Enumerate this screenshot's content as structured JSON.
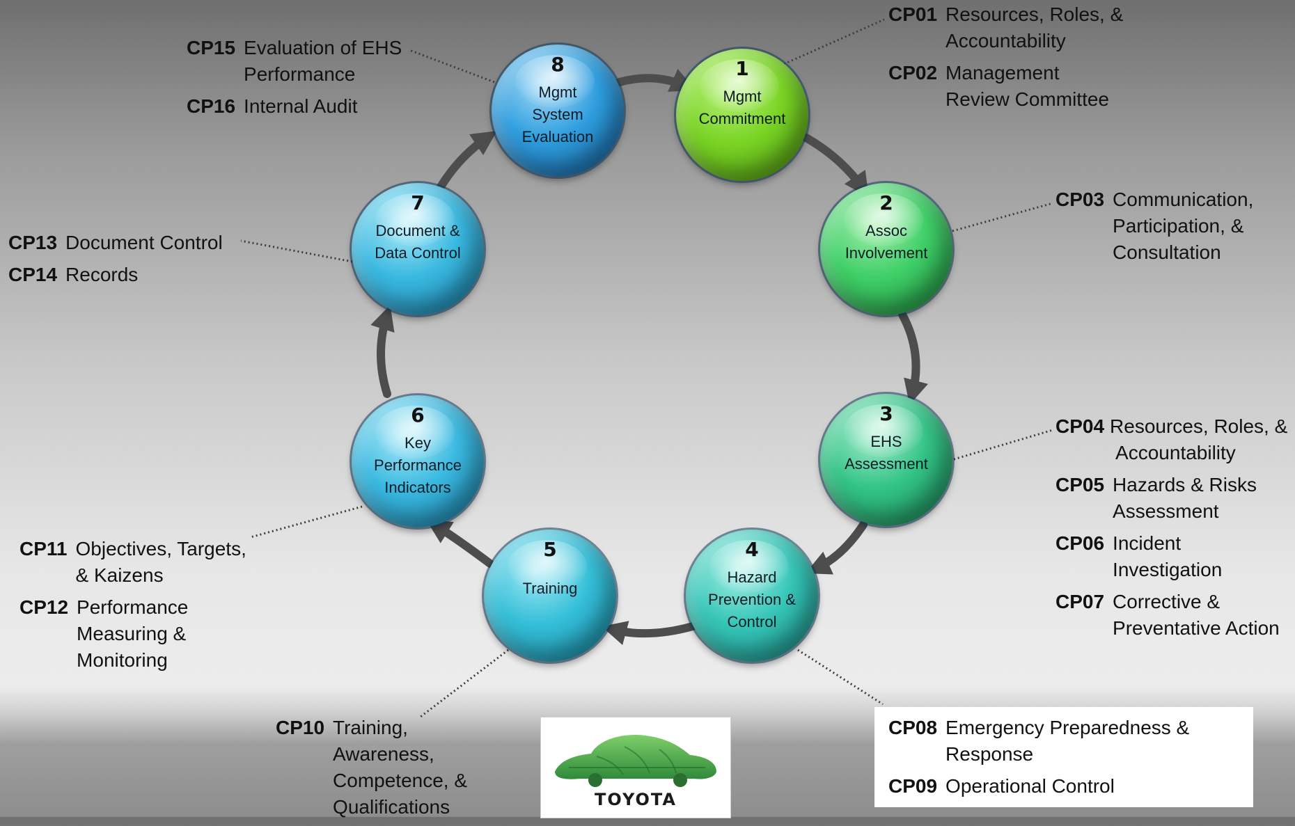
{
  "nodes": [
    {
      "num": "1",
      "label": [
        "Mgmt",
        "Commitment"
      ]
    },
    {
      "num": "2",
      "label": [
        "Assoc",
        "Involvement"
      ]
    },
    {
      "num": "3",
      "label": [
        "EHS",
        "Assessment"
      ]
    },
    {
      "num": "4",
      "label": [
        "Hazard",
        "Prevention &",
        "Control"
      ]
    },
    {
      "num": "5",
      "label": [
        "Training"
      ]
    },
    {
      "num": "6",
      "label": [
        "Key",
        "Performance",
        "Indicators"
      ]
    },
    {
      "num": "7",
      "label": [
        "Document &",
        "Data Control"
      ]
    },
    {
      "num": "8",
      "label": [
        "Mgmt",
        "System",
        "Evaluation"
      ]
    }
  ],
  "annotations": {
    "cp01_02": [
      {
        "code": "CP01",
        "text": [
          "Resources, Roles, &",
          "Accountability"
        ]
      },
      {
        "code": "CP02",
        "text": [
          "Management",
          "Review Committee"
        ]
      }
    ],
    "cp03": [
      {
        "code": "CP03",
        "text": [
          "Communication,",
          "Participation, &",
          "Consultation"
        ]
      }
    ],
    "cp04_07": [
      {
        "code": "CP04",
        "text": [
          "Resources, Roles, &",
          "Accountability"
        ]
      },
      {
        "code": "CP05",
        "text": [
          "Hazards & Risks",
          "Assessment"
        ]
      },
      {
        "code": "CP06",
        "text": [
          "Incident",
          "Investigation"
        ]
      },
      {
        "code": "CP07",
        "text": [
          "Corrective &",
          "Preventative Action"
        ]
      }
    ],
    "cp08_09": [
      {
        "code": "CP08",
        "text": [
          "Emergency Preparedness &",
          "Response"
        ]
      },
      {
        "code": "CP09",
        "text": [
          "Operational Control"
        ]
      }
    ],
    "cp10": [
      {
        "code": "CP10",
        "text": [
          "Training,",
          "Awareness,",
          "Competence, &",
          "Qualifications"
        ]
      }
    ],
    "cp11_12": [
      {
        "code": "CP11",
        "text": [
          "Objectives, Targets,",
          "& Kaizens"
        ]
      },
      {
        "code": "CP12",
        "text": [
          "Performance",
          "Measuring &",
          "Monitoring"
        ]
      }
    ],
    "cp13_14": [
      {
        "code": "CP13",
        "text": [
          "Document Control"
        ]
      },
      {
        "code": "CP14",
        "text": [
          "Records"
        ]
      }
    ],
    "cp15_16": [
      {
        "code": "CP15",
        "text": [
          "Evaluation of EHS",
          "Performance"
        ]
      },
      {
        "code": "CP16",
        "text": [
          "Internal Audit"
        ]
      }
    ]
  },
  "logo": {
    "word": "TOYOTA"
  },
  "colors": {
    "arrow": "#4d4d4d",
    "leader": "#3c3c3c"
  }
}
